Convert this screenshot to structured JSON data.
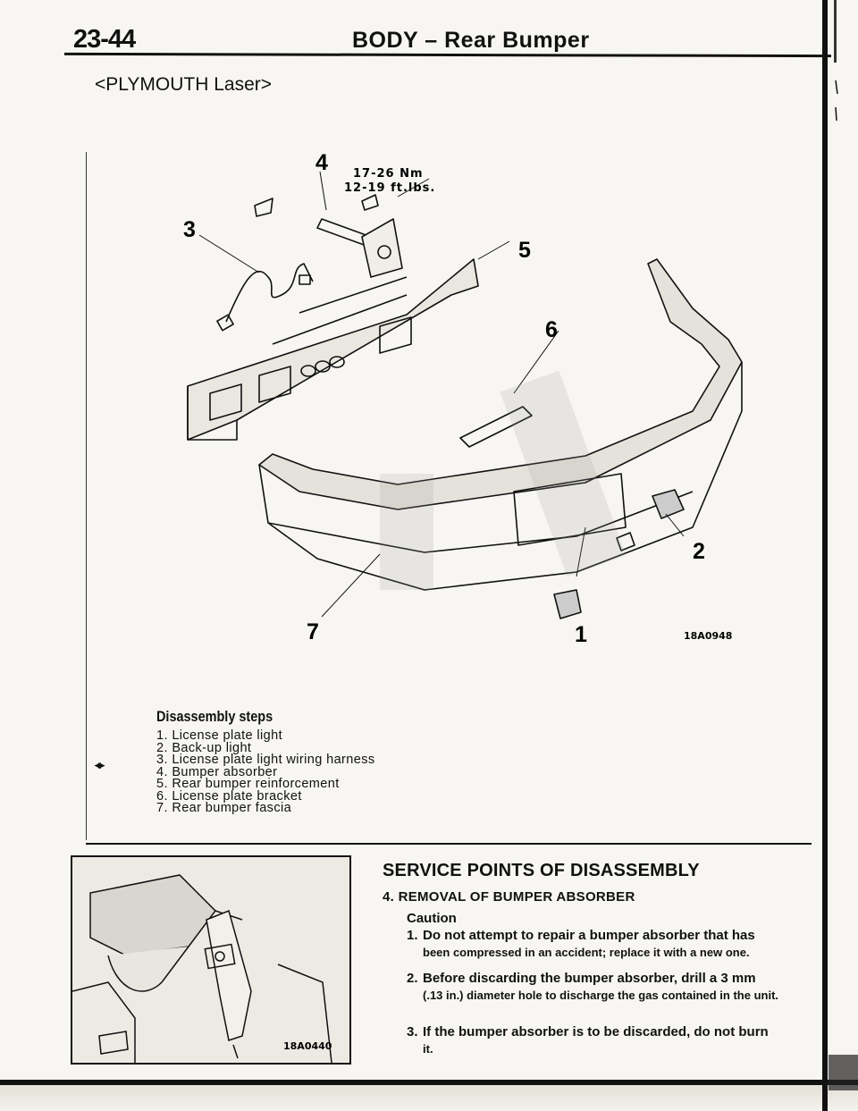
{
  "header": {
    "page_number": "23-44",
    "title": "BODY – Rear Bumper",
    "model": "<PLYMOUTH Laser>"
  },
  "diagram": {
    "callouts": [
      "1",
      "2",
      "3",
      "4",
      "5",
      "6",
      "7"
    ],
    "torque_nm": "17-26 Nm",
    "torque_ftlbs": "12-19 ft.lbs.",
    "figure_code": "18A0948"
  },
  "disassembly": {
    "heading": "Disassembly steps",
    "marker": "◂▸",
    "steps": [
      "1. License plate light",
      "2. Back-up light",
      "3. License plate light wiring harness",
      "4. Bumper absorber",
      "5. Rear bumper reinforcement",
      "6. License plate bracket",
      "7. Rear bumper fascia"
    ]
  },
  "service": {
    "heading": "SERVICE POINTS OF DISASSEMBLY",
    "subheading": "4. REMOVAL OF BUMPER ABSORBER",
    "caution_label": "Caution",
    "items": [
      {
        "num": "1.",
        "line1": "Do not attempt to repair a bumper absorber that has",
        "line2": "been compressed in an accident; replace it with a new one."
      },
      {
        "num": "2.",
        "line1": "Before discarding the bumper absorber, drill a 3 mm",
        "line2": "(.13 in.) diameter hole to discharge the gas contained in the unit."
      },
      {
        "num": "3.",
        "line1": "If the bumper absorber is to be discarded, do not burn",
        "line2": "it."
      }
    ],
    "photo_code": "18A0440"
  }
}
